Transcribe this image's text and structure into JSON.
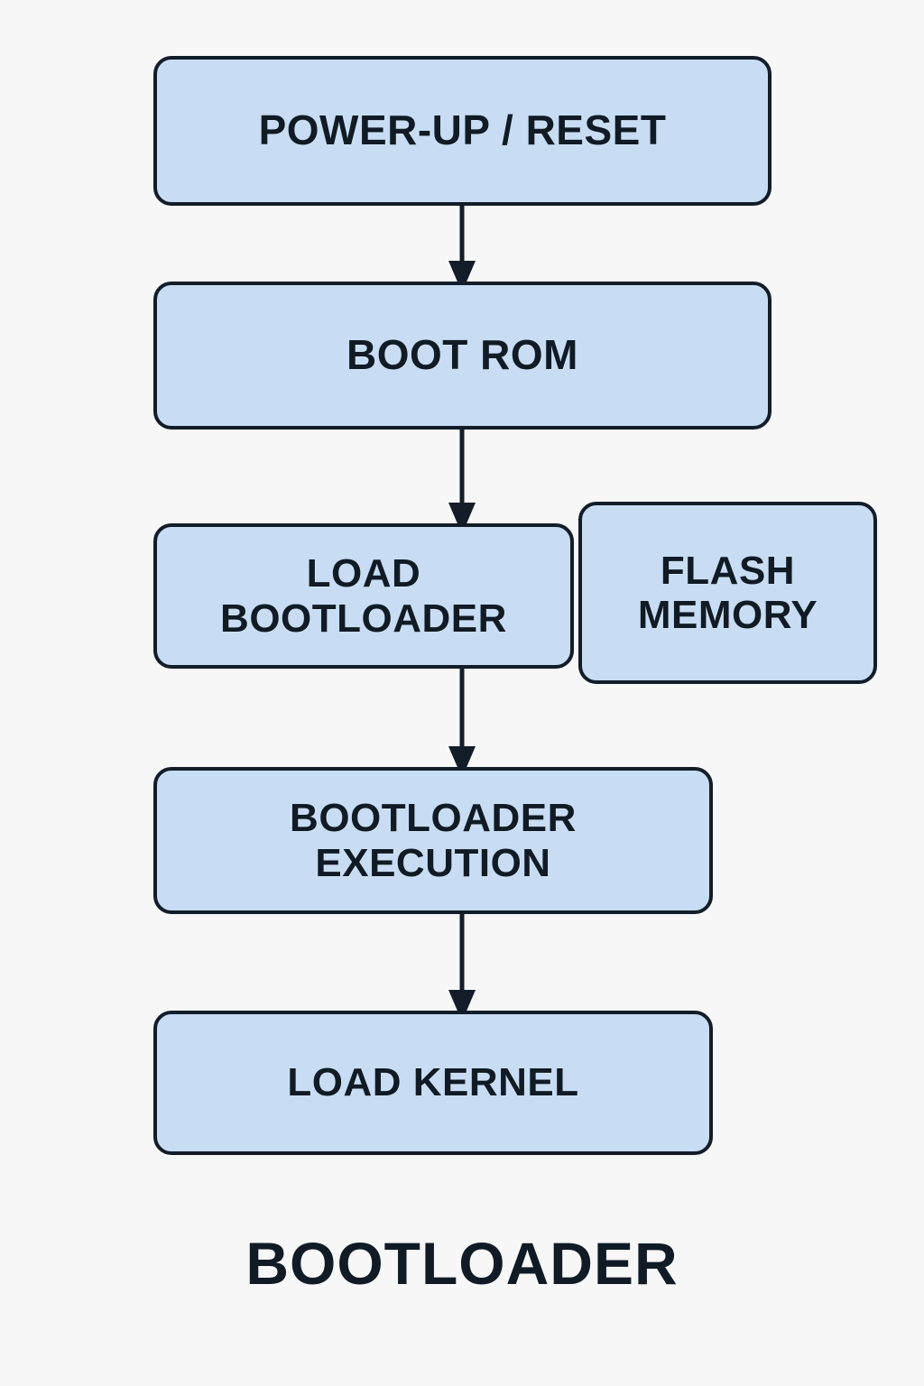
{
  "diagram": {
    "title": "BOOTLOADER",
    "type": "flowchart",
    "background_color": "#f7f7f8",
    "node_fill_color": "#c8ddf3",
    "node_border_color": "#121d29",
    "text_color": "#101b26",
    "nodes": [
      {
        "id": "power-up-reset",
        "label": "POWER-UP / RESET"
      },
      {
        "id": "boot-rom",
        "label": "BOOT ROM"
      },
      {
        "id": "load-bootloader",
        "label": "LOAD\nBOOTLOADER"
      },
      {
        "id": "flash-memory",
        "label": "FLASH\nMEMORY"
      },
      {
        "id": "bootloader-execution",
        "label": "BOOTLOADER\nEXECUTION"
      },
      {
        "id": "load-kernel",
        "label": "LOAD KERNEL"
      }
    ],
    "edges": [
      {
        "from": "power-up-reset",
        "to": "boot-rom",
        "style": "arrow-down"
      },
      {
        "from": "boot-rom",
        "to": "load-bootloader",
        "style": "arrow-down"
      },
      {
        "from": "load-bootloader",
        "to": "bootloader-execution",
        "style": "arrow-down"
      },
      {
        "from": "bootloader-execution",
        "to": "load-kernel",
        "style": "arrow-down"
      }
    ]
  }
}
